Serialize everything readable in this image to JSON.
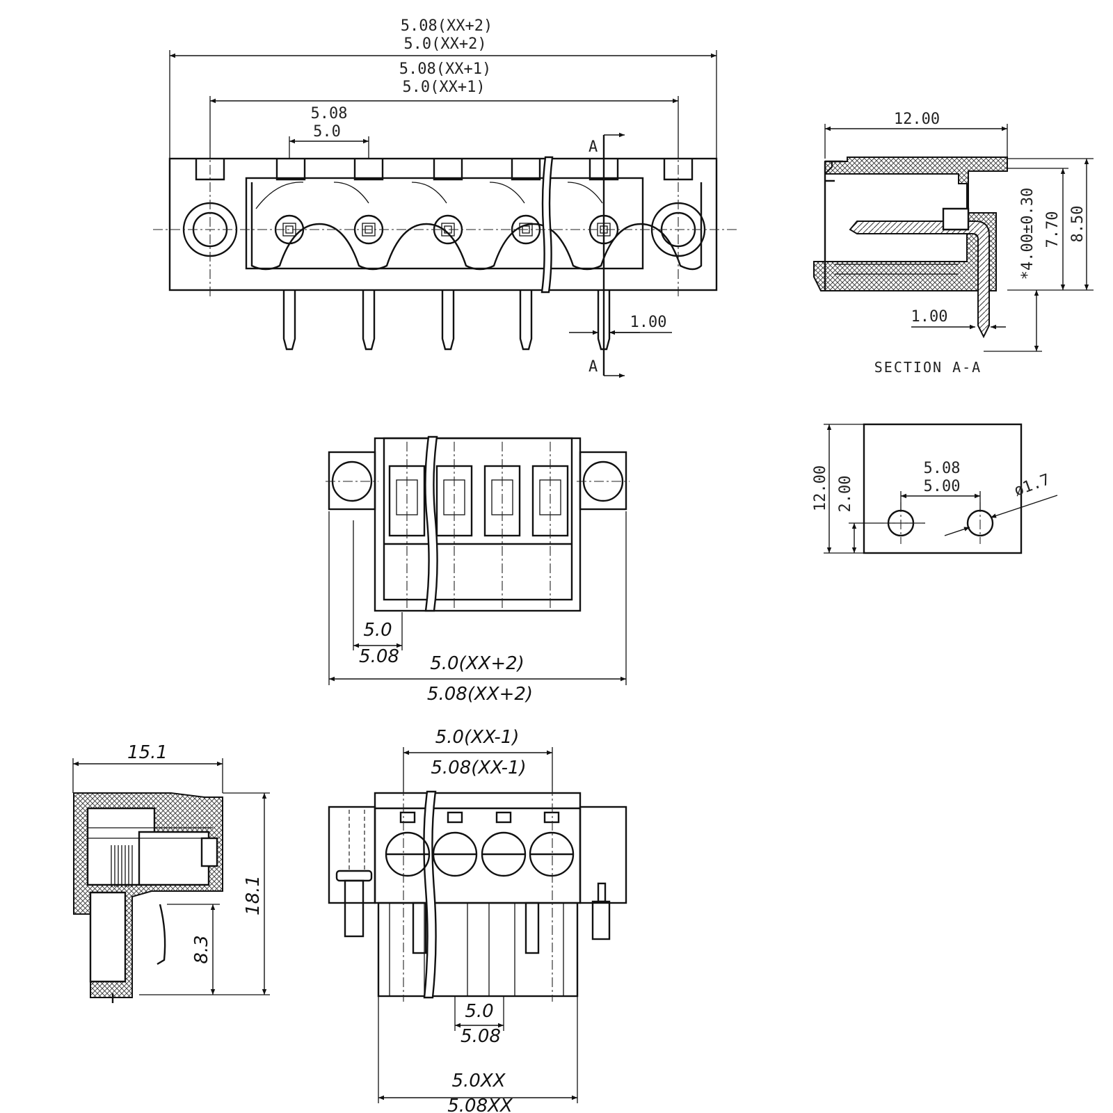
{
  "front_view": {
    "dim_overall_508": "5.08(XX+2)",
    "dim_overall_50": "5.0(XX+2)",
    "dim_centers_508": "5.08(XX+1)",
    "dim_centers_50": "5.0(XX+1)",
    "dim_pitch_508": "5.08",
    "dim_pitch_50": "5.0",
    "dim_pin": "1.00",
    "section_mark_top": "A",
    "section_mark_bottom": "A"
  },
  "section_view": {
    "dim_depth": "12.00",
    "dim_pin_height": "*4.00±0.30",
    "dim_770": "7.70",
    "dim_850": "8.50",
    "dim_pin": "1.00",
    "title": "SECTION A-A"
  },
  "pcb_layout": {
    "dim_height": "12.00",
    "dim_offset": "2.00",
    "dim_pitch_508": "5.08",
    "dim_pitch_500": "5.00",
    "dim_hole": "ø1.7"
  },
  "plug_top_view": {
    "dim_left_50": "5.0",
    "dim_left_508": "5.08",
    "dim_overall_50": "5.0(XX+2)",
    "dim_overall_508": "5.08(XX+2)"
  },
  "plug_side_view": {
    "dim_width": "15.1",
    "dim_height": "18.1",
    "dim_lower": "8.3"
  },
  "plug_front_view": {
    "dim_top_50": "5.0(XX-1)",
    "dim_top_508": "5.08(XX-1)",
    "dim_pitch_50": "5.0",
    "dim_pitch_508": "5.08",
    "dim_total_50": "5.0XX",
    "dim_total_508": "5.08XX"
  }
}
